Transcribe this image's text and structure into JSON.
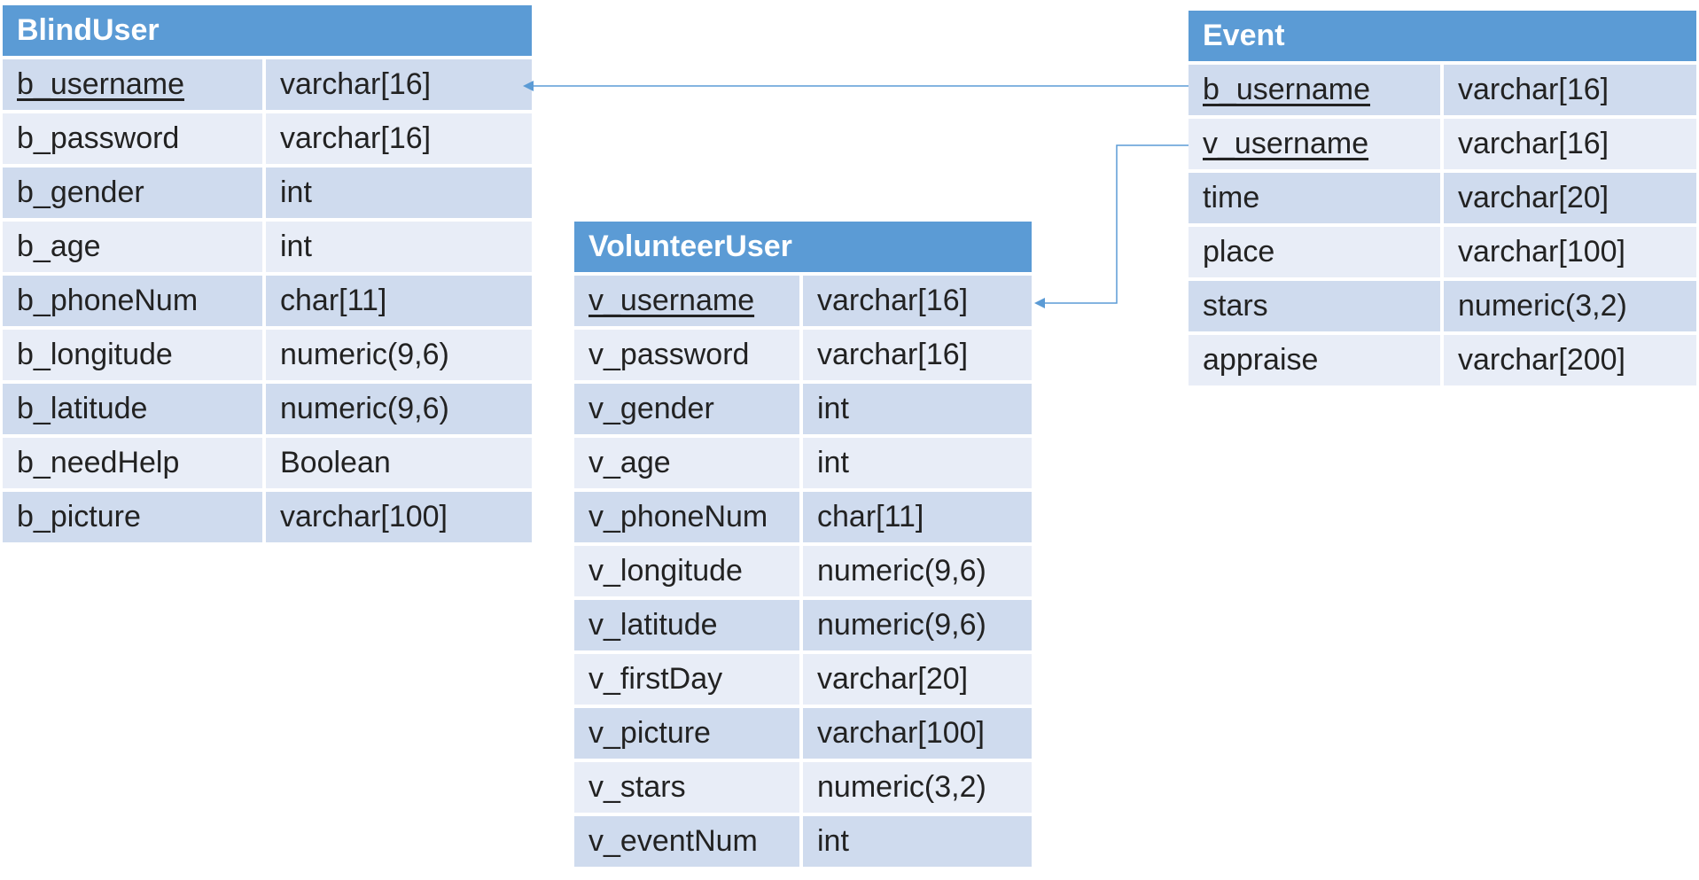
{
  "tables": {
    "blind": {
      "title": "BlindUser",
      "rows": [
        {
          "name": "b_username",
          "type": "varchar[16]"
        },
        {
          "name": "b_password",
          "type": "varchar[16]"
        },
        {
          "name": "b_gender",
          "type": "int"
        },
        {
          "name": "b_age",
          "type": "int"
        },
        {
          "name": "b_phoneNum",
          "type": "char[11]"
        },
        {
          "name": "b_longitude",
          "type": "numeric(9,6)"
        },
        {
          "name": "b_latitude",
          "type": "numeric(9,6)"
        },
        {
          "name": "b_needHelp",
          "type": "Boolean"
        },
        {
          "name": "b_picture",
          "type": "varchar[100]"
        }
      ]
    },
    "volunteer": {
      "title": "VolunteerUser",
      "rows": [
        {
          "name": "v_username",
          "type": "varchar[16]"
        },
        {
          "name": "v_password",
          "type": "varchar[16]"
        },
        {
          "name": "v_gender",
          "type": "int"
        },
        {
          "name": "v_age",
          "type": "int"
        },
        {
          "name": "v_phoneNum",
          "type": "char[11]"
        },
        {
          "name": "v_longitude",
          "type": "numeric(9,6)"
        },
        {
          "name": "v_latitude",
          "type": "numeric(9,6)"
        },
        {
          "name": "v_firstDay",
          "type": "varchar[20]"
        },
        {
          "name": "v_picture",
          "type": "varchar[100]"
        },
        {
          "name": "v_stars",
          "type": "numeric(3,2)"
        },
        {
          "name": "v_eventNum",
          "type": "int"
        }
      ]
    },
    "event": {
      "title": "Event",
      "rows": [
        {
          "name": "b_username",
          "type": "varchar[16]"
        },
        {
          "name": "v_username",
          "type": "varchar[16]"
        },
        {
          "name": "time",
          "type": "varchar[20]"
        },
        {
          "name": "place",
          "type": "varchar[100]"
        },
        {
          "name": "stars",
          "type": "numeric(3,2)"
        },
        {
          "name": "appraise",
          "type": "varchar[200]"
        }
      ]
    }
  },
  "colors": {
    "header": "#5b9bd5",
    "row_dark": "#cfdbee",
    "row_light": "#e8edf7",
    "connector": "#5b9bd5"
  }
}
